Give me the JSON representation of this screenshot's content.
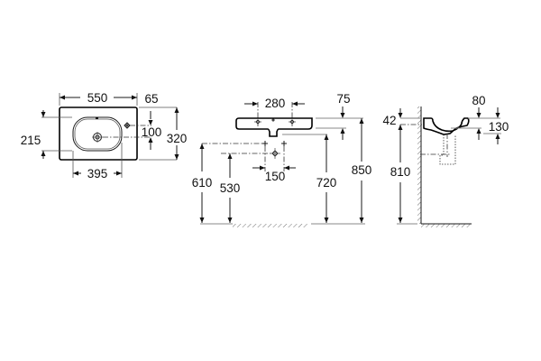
{
  "drawing": {
    "title": "Wall-hung washbasin dimensional drawing",
    "units": "mm",
    "plan_view": {
      "width": "550",
      "depth": "320",
      "bowl_length": "395",
      "bowl_depth": "215",
      "tap_hole_offset_side": "65",
      "tap_hole_offset_center": "100"
    },
    "front_view": {
      "fixing_centres": "280",
      "rim_thickness": "75",
      "supply_spacing": "150",
      "supply_height_upper": "610",
      "waste_height": "530",
      "underside_height": "720",
      "rim_height": "850"
    },
    "side_view": {
      "rim_to_fixing": "42",
      "fixing_height": "810",
      "front_lip": "80",
      "bowl_depth_front": "130"
    }
  }
}
